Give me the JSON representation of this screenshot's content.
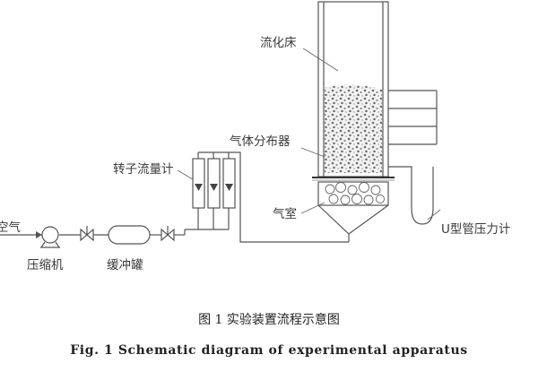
{
  "labels": {
    "fluidized_bed": "流化床",
    "gas_distributor": "气体分布器",
    "rotameter": "转子流量计",
    "air": "空气",
    "compressor": "压缩机",
    "buffer_tank": "缓冲罐",
    "gas_chamber": "气室",
    "u_manometer": "U型管压力计"
  },
  "caption": {
    "cn": "图 1   实验装置流程示意图",
    "en": "Fig. 1    Schematic diagram of experimental apparatus"
  },
  "colors": {
    "line": "#555555",
    "particles": "#7a7a7a",
    "text": "#3a3a3a"
  }
}
